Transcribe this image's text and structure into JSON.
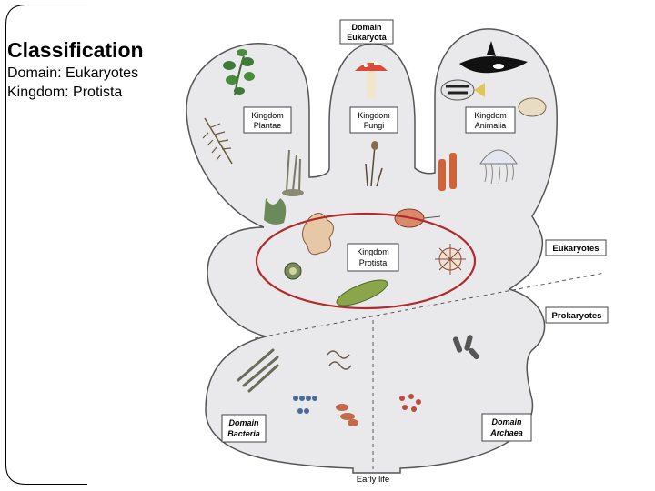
{
  "slide": {
    "title": "Classification",
    "line1": "Domain: Eukaryotes",
    "line2": "Kingdom: Protista"
  },
  "diagram": {
    "domain_eukaryota": [
      "Domain",
      "Eukaryota"
    ],
    "kingdom_plantae": [
      "Kingdom",
      "Plantae"
    ],
    "kingdom_fungi": [
      "Kingdom",
      "Fungi"
    ],
    "kingdom_animalia": [
      "Kingdom",
      "Animalia"
    ],
    "kingdom_protista": [
      "Kingdom",
      "Protista"
    ],
    "eukaryotes": "Eukaryotes",
    "prokaryotes": "Prokaryotes",
    "domain_bacteria": [
      "Domain",
      "Bacteria"
    ],
    "domain_archaea": [
      "Domain",
      "Archaea"
    ],
    "early_life": "Early life"
  },
  "colors": {
    "tree_fill": "#e9e9ec",
    "tree_stroke": "#555555",
    "highlight": "#b22a2a"
  }
}
